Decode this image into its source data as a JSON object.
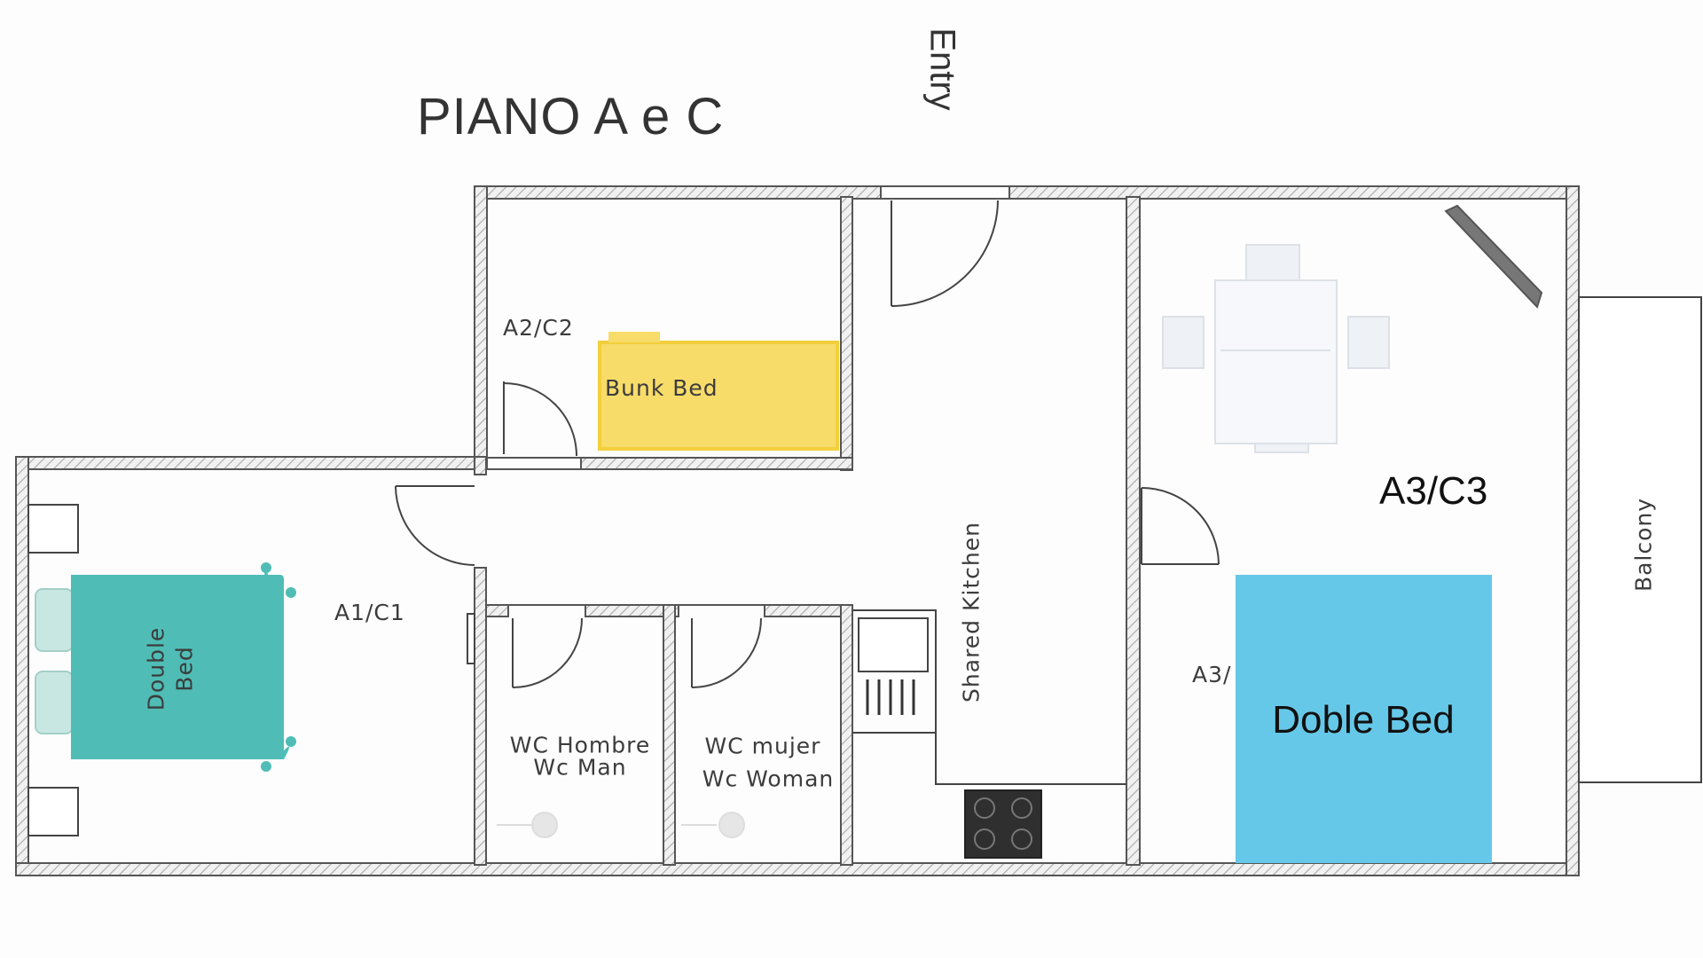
{
  "title": "PIANO A e C",
  "entry_label": "Entry",
  "rooms": {
    "a1c1": {
      "label": "A1/C1",
      "bed_label_line1": "Double",
      "bed_label_line2": "Bed"
    },
    "a2c2": {
      "label": "A2/C2",
      "bed_label": "Bunk Bed"
    },
    "a3c3": {
      "label": "A3/C3",
      "door_label": "A3/",
      "bed_label": "Doble Bed"
    },
    "wc_man": {
      "line1": "WC Hombre",
      "line2": "Wc Man"
    },
    "wc_woman": {
      "line1": "WC mujer",
      "line2": "Wc Woman"
    },
    "kitchen": {
      "label": "Shared Kitchen"
    },
    "balcony": {
      "label": "Balcony"
    }
  },
  "colors": {
    "wall_hatch": "#b8b8b8",
    "wall_line": "#555555",
    "double_bed_teal": "#4fbdb6",
    "bunk_bed_yellow": "#f8dc6a",
    "doble_bed_blue": "#66c8e8",
    "furniture_gray": "#e4e8ee"
  }
}
